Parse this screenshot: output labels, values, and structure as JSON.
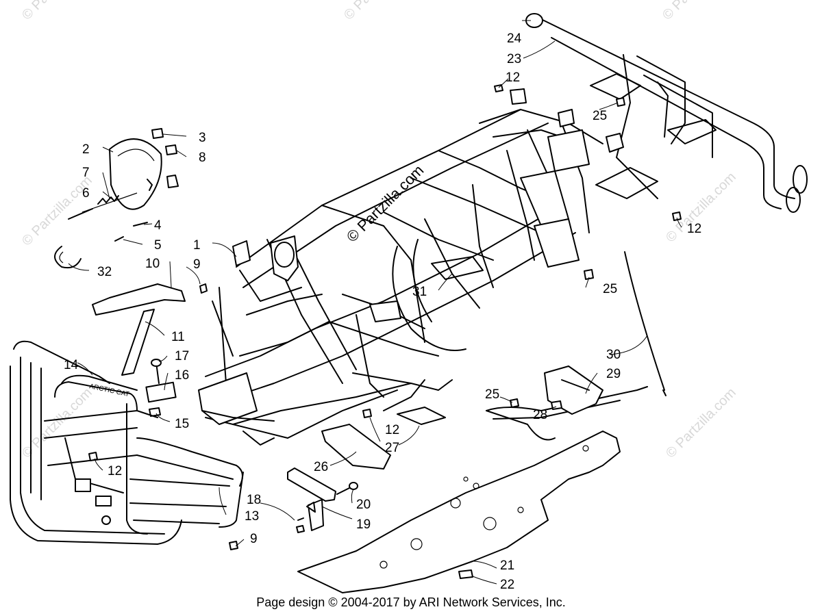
{
  "watermark": {
    "text": "© Partzilla.com",
    "center_text": "© Partzilla.com"
  },
  "decal_text": "ARCTIC CAT",
  "callouts": [
    "1",
    "2",
    "3",
    "4",
    "5",
    "6",
    "7",
    "8",
    "9",
    "9",
    "10",
    "11",
    "12",
    "12",
    "12",
    "12",
    "13",
    "14",
    "15",
    "16",
    "17",
    "18",
    "19",
    "20",
    "21",
    "22",
    "23",
    "24",
    "25",
    "25",
    "25",
    "26",
    "27",
    "28",
    "29",
    "30",
    "31",
    "32"
  ],
  "footer": "Page design © 2004-2017 by ARI Network Services, Inc."
}
